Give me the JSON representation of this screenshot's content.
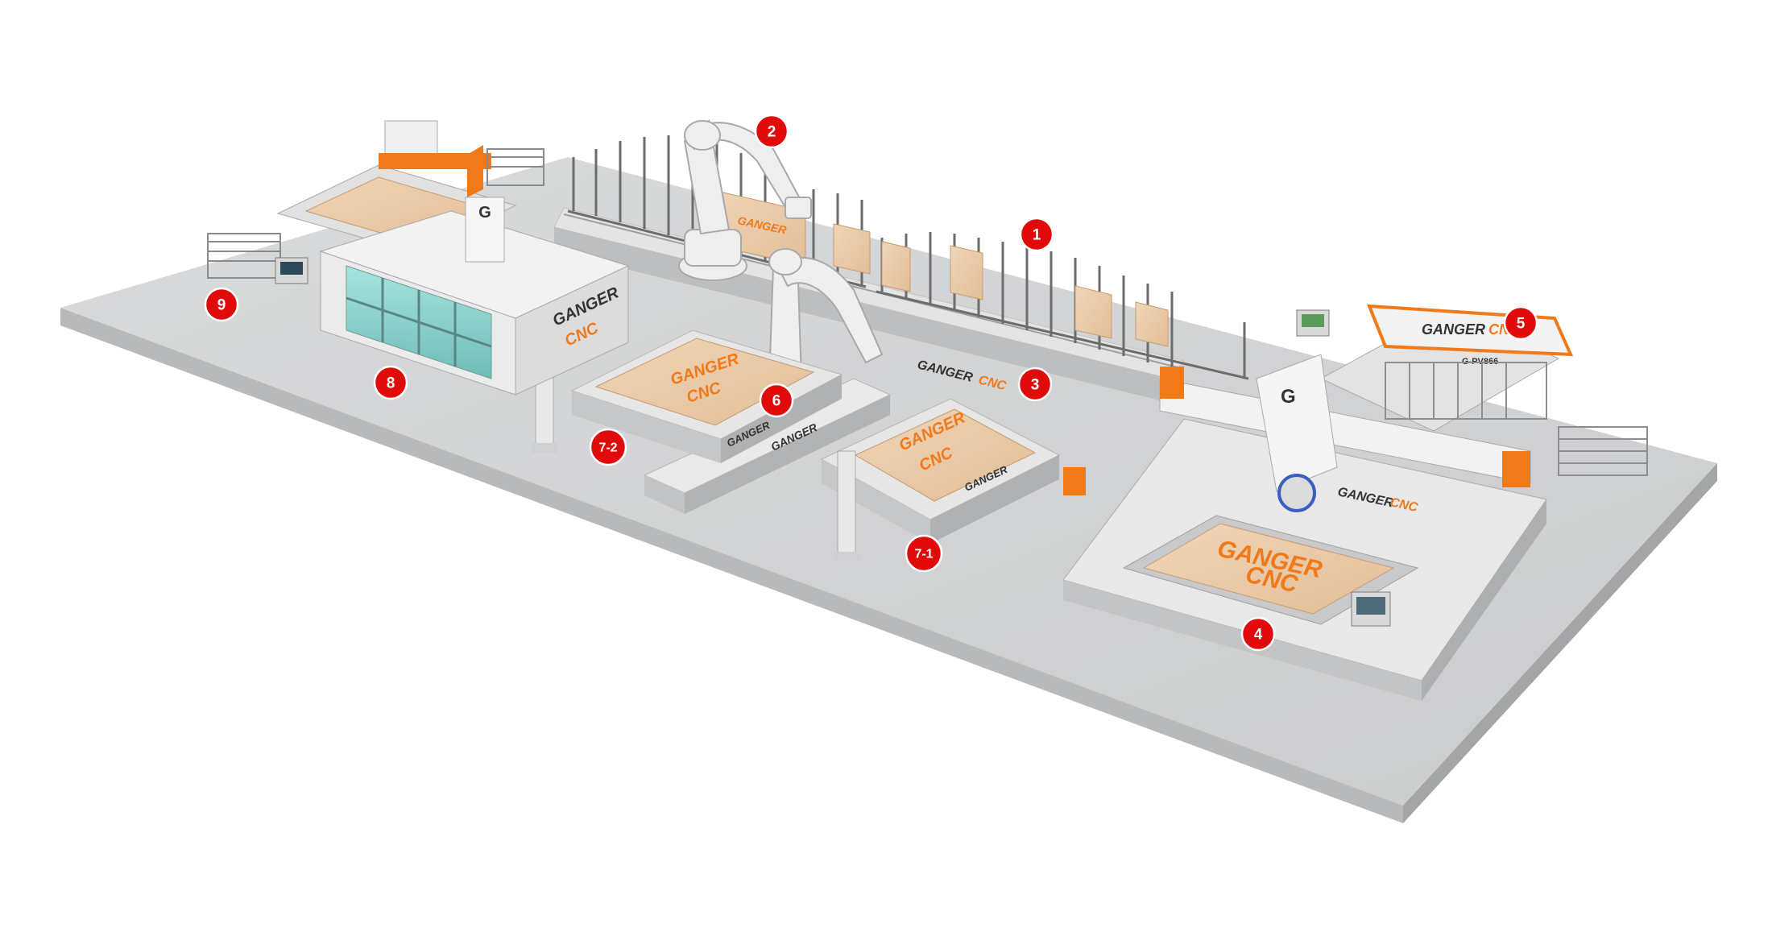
{
  "brand": {
    "word": "GANGER",
    "suffix": "CNC",
    "emblem": "G",
    "model": "G-PV866"
  },
  "markers": {
    "m1": "1",
    "m2": "2",
    "m3": "3",
    "m4": "4",
    "m5": "5",
    "m6": "6",
    "m7_1": "7-1",
    "m7_2": "7-2",
    "m8": "8",
    "m9": "9"
  },
  "colors": {
    "floor_top": "#d2d3d4",
    "floor_side": "#a9aaab",
    "machine": "#ececec",
    "machine_dark": "#b4b5b6",
    "accent_orange": "#f07a1a",
    "slab": "#e9c9a7",
    "glass": "#8fd3cf",
    "marker_red": "#e10a0a"
  },
  "icons": [
    "robot-arm-icon",
    "gantry-machine-icon",
    "storage-rack-icon",
    "control-panel-icon",
    "conveyor-icon"
  ]
}
